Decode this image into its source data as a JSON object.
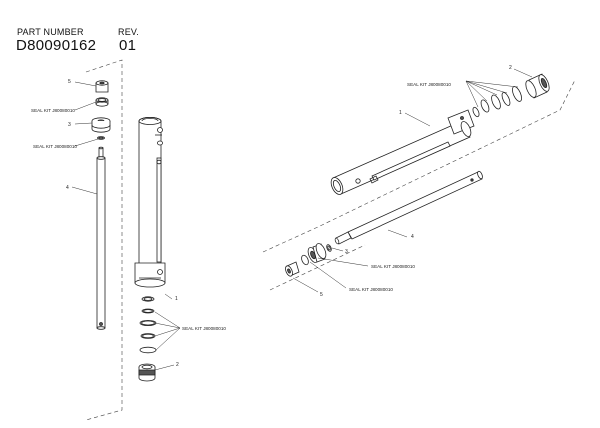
{
  "header": {
    "part_label": "PART NUMBER",
    "part_value": "D80090162",
    "rev_label": "REV.",
    "rev_value": "01"
  },
  "left_view": {
    "callouts": {
      "n5": "5",
      "seal_kit_upper": "SEAL KIT J80080010",
      "n3": "3",
      "seal_kit_lower": "SEAL KIT J80080010",
      "n4": "4",
      "n1": "1",
      "seal_kit_rings": "SEAL KIT J80080010",
      "n2": "2"
    }
  },
  "right_view": {
    "callouts": {
      "seal_kit_top": "SEAL KIT J80080010",
      "n2": "2",
      "n1": "1",
      "n4": "4",
      "n3": "3",
      "seal_kit_mid": "SEAL KIT J80080010",
      "n5": "5",
      "seal_kit_bottom": "SEAL KIT J80080010"
    }
  }
}
